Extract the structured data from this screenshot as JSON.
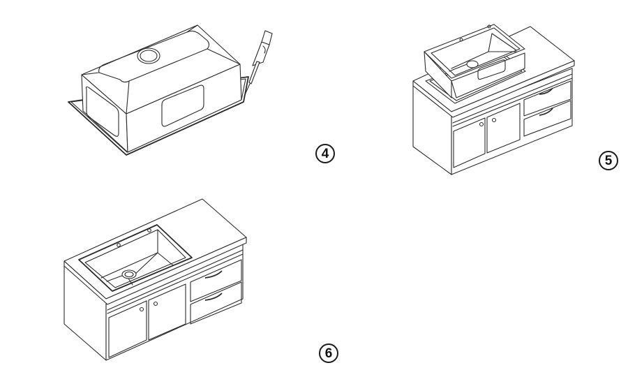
{
  "diagram": {
    "type": "installation-instructions",
    "subject": "Kitchen sink and vanity cabinet installation",
    "colors": {
      "line": "#2a2a2a",
      "background": "#ffffff",
      "badge_border": "#1a1a1a"
    },
    "steps": [
      {
        "number": "4",
        "description": "Sink turned upside down, sealant applied around the rim flange with a tube",
        "elements": [
          "sink-inverted",
          "drain-hole",
          "sealant-tube",
          "rim-flange"
        ]
      },
      {
        "number": "5",
        "description": "Sink lowered into the countertop cutout of the cabinet",
        "elements": [
          "sink",
          "faucet-holes",
          "drain",
          "countertop-cutout",
          "cabinet",
          "double-doors",
          "two-drawers"
        ]
      },
      {
        "number": "6",
        "description": "Sink seated flush in countertop; installation complete",
        "elements": [
          "installed-sink",
          "faucet-holes",
          "drain",
          "cabinet",
          "double-doors",
          "two-drawers",
          "door-knobs",
          "drawer-handles"
        ]
      }
    ]
  }
}
